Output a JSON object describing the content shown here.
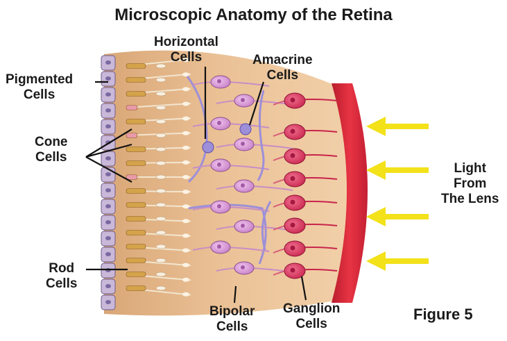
{
  "title": "Microscopic Anatomy of the Retina",
  "labels": {
    "pigmented": [
      "Pigmented",
      "Cells"
    ],
    "horizontal": [
      "Horizontal",
      "Cells"
    ],
    "amacrine": [
      "Amacrine",
      "Cells"
    ],
    "cone": [
      "Cone",
      "Cells"
    ],
    "rod": [
      "Rod",
      "Cells"
    ],
    "bipolar": [
      "Bipolar",
      "Cells"
    ],
    "ganglion": [
      "Ganglion",
      "Cells"
    ],
    "light": [
      "Light",
      "From",
      "The Lens"
    ]
  },
  "figure_label": "Figure 5",
  "colors": {
    "tissue": "#e8b98a",
    "pigment_cell": "#c9b8d8",
    "rod": "#d4a34a",
    "cone": "#e89aa8",
    "bipolar": "#d7a0d6",
    "horizontal": "#9d8fd8",
    "ganglion": "#d8345a",
    "lens_band": "#e02c3a",
    "arrow": "#f3e11a"
  }
}
